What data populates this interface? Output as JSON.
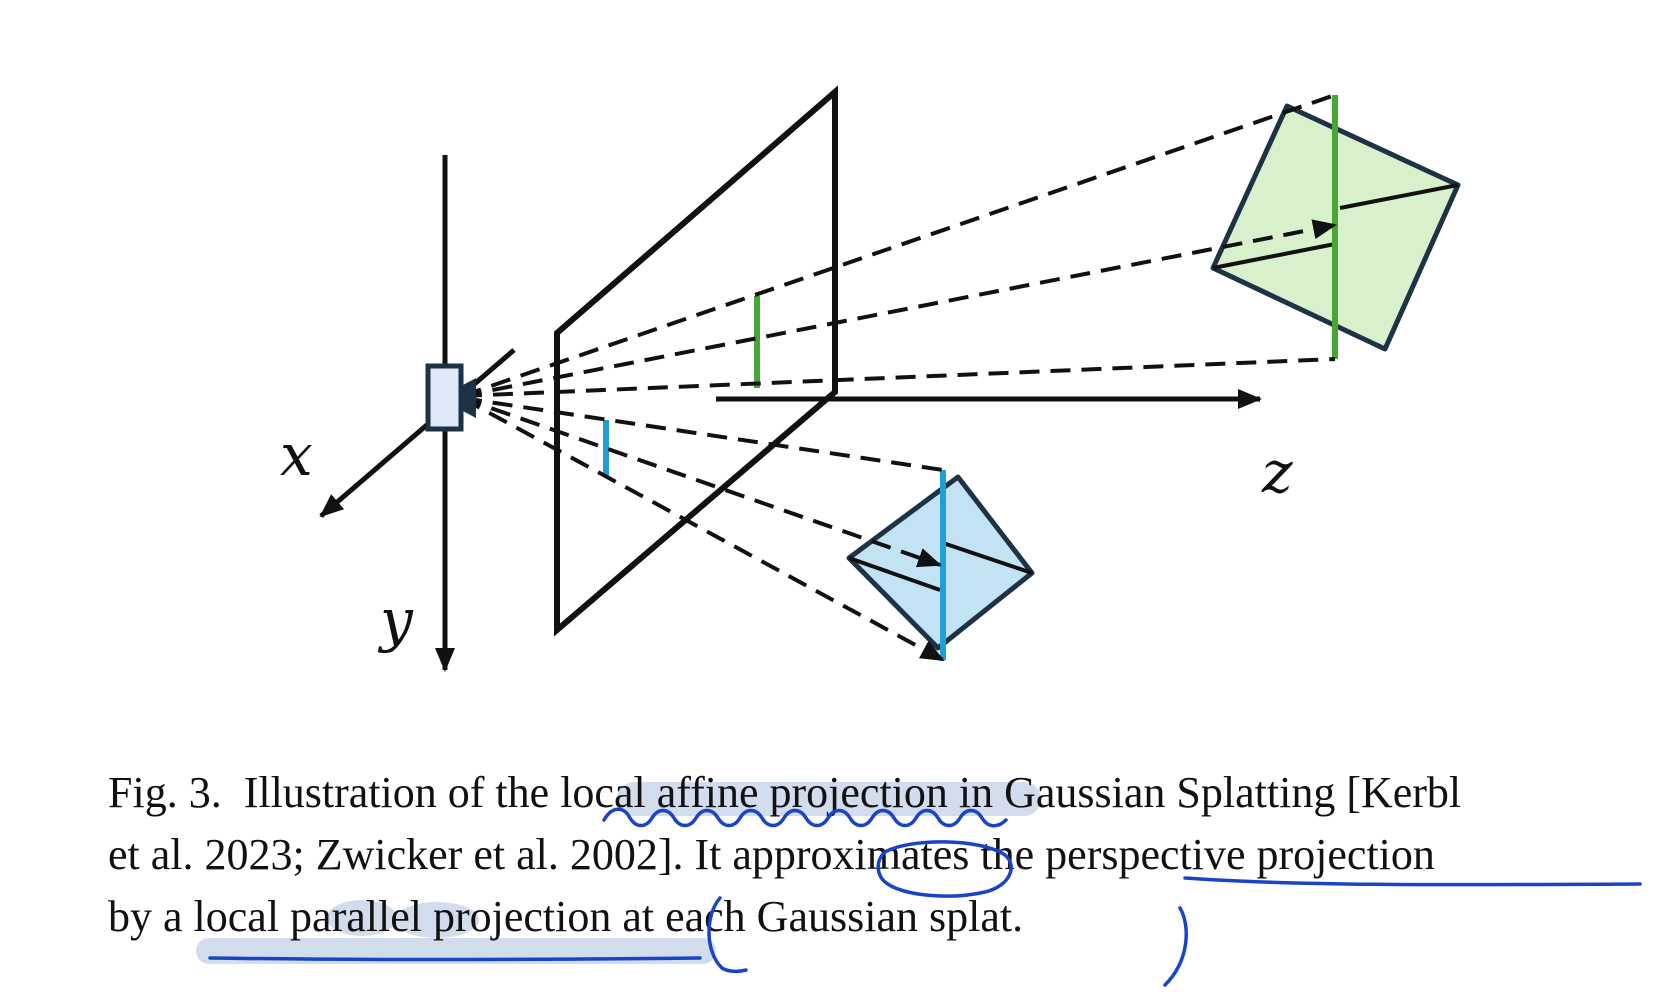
{
  "figure": {
    "axes": {
      "x": "x",
      "y": "y",
      "z": "z"
    },
    "colors": {
      "stroke": "#111111",
      "green_splat_fill": "#d8f0cc",
      "green_line": "#4aa537",
      "blue_splat_fill": "#c2e3f4",
      "blue_line": "#1ea0d6",
      "camera_fill": "#dde9f7",
      "camera_stroke": "#1e3246",
      "highlight": "#c9d6ea",
      "pen": "#1a44c6"
    }
  },
  "caption": {
    "line1": {
      "figno": "Fig. 3.",
      "pre": "Illustration of the ",
      "hl": "local affine projection",
      "post": " in Gaussian Splatting [Kerbl"
    },
    "line2": {
      "a": "et al. 2023; Zwicker et al. 2002]. It app",
      "b": "roxim",
      "c": "ates the ",
      "d": "perspective projection"
    },
    "line3": {
      "a": "by a ",
      "b": "local parallel",
      "c": " projection ",
      "d": "at each Gaussian splat."
    }
  }
}
